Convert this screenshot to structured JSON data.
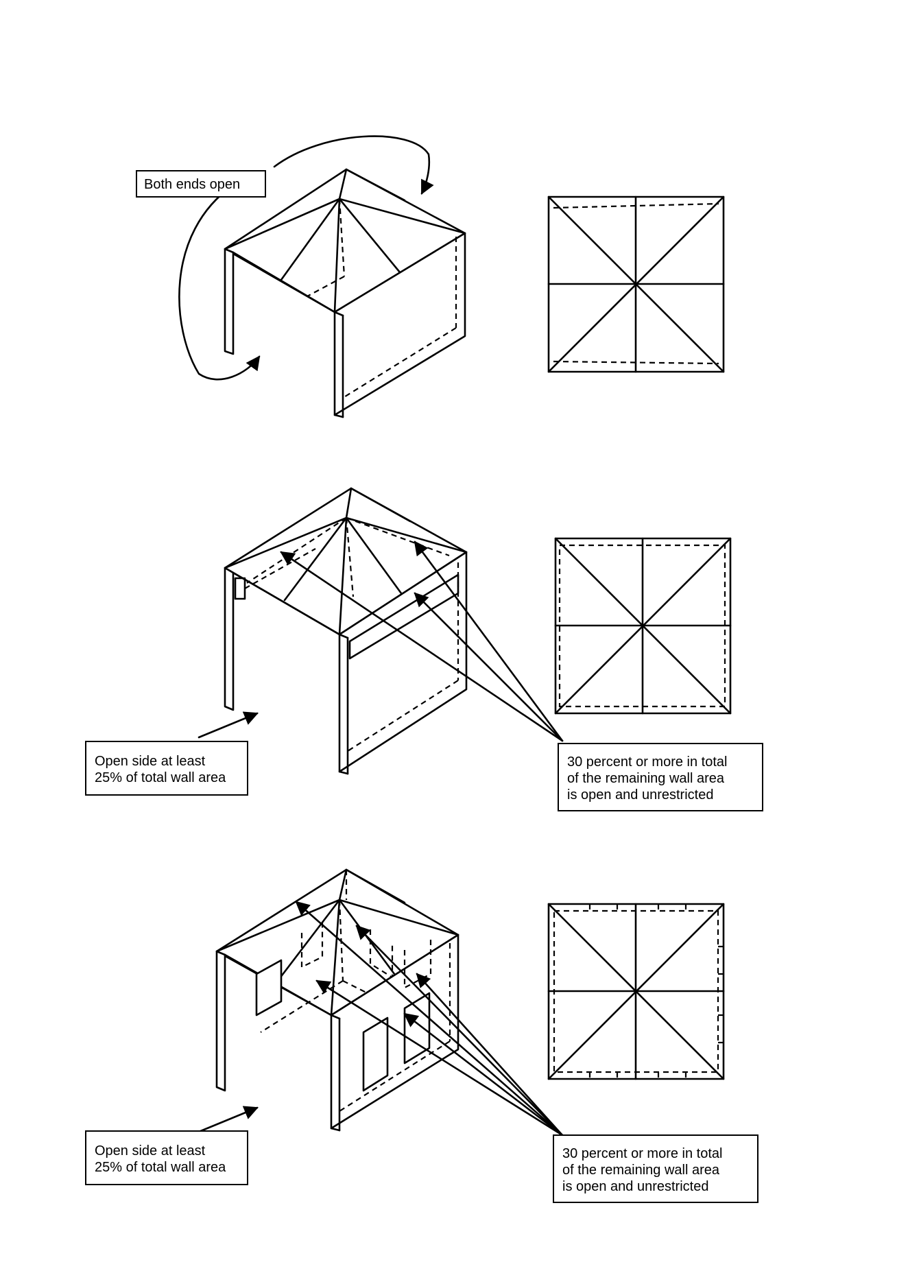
{
  "callouts": {
    "figure1": {
      "both_ends": "Both ends open"
    },
    "figure2": {
      "open_side": [
        "Open side at least",
        "25% of total wall area"
      ],
      "remaining": [
        "30 percent or more in total",
        "of the remaining wall area",
        "is open and unrestricted"
      ]
    },
    "figure3": {
      "open_side": [
        "Open side at least",
        "25% of total wall area"
      ],
      "remaining": [
        "30 percent or more in total",
        "of the remaining wall area",
        "is open and unrestricted"
      ]
    }
  },
  "colors": {
    "line": "#000000",
    "background": "#ffffff"
  }
}
